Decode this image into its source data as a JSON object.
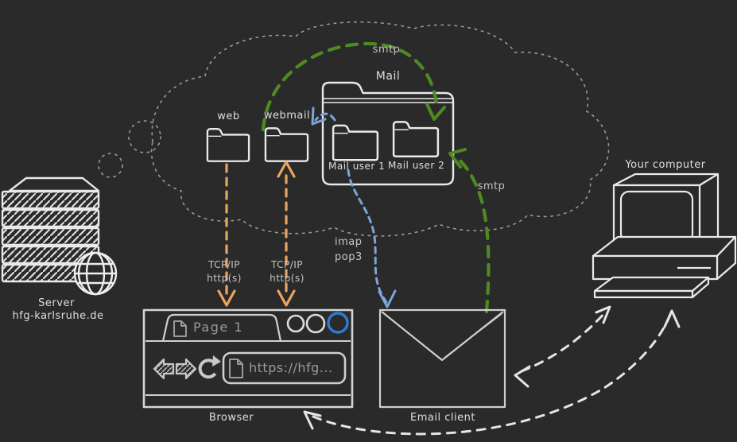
{
  "colors": {
    "background": "#2a2a2a",
    "sketch_white": "#e9e9e9",
    "muted_grey": "#9d9d9d",
    "orange": "#e9a55f",
    "green": "#4e8a24",
    "blue": "#7da4dd",
    "accent_blue": "#2d7bd8"
  },
  "server": {
    "label": "Server",
    "domain": "hfg-karlsruhe.de",
    "icons": [
      "server-rack-icon",
      "globe-icon"
    ]
  },
  "cloud": {
    "folders": {
      "web": {
        "label": "web"
      },
      "webmail": {
        "label": "webmail"
      },
      "mail": {
        "label": "Mail",
        "subfolders": [
          {
            "label": "Mail user 1"
          },
          {
            "label": "Mail user 2"
          }
        ]
      }
    }
  },
  "browser": {
    "caption": "Browser",
    "tab_title": "Page 1",
    "url_placeholder": "https://hfg...",
    "icons": [
      "document-icon",
      "back-icon",
      "forward-icon",
      "refresh-icon"
    ]
  },
  "email_client": {
    "caption": "Email client",
    "icon": "envelope-icon"
  },
  "computer": {
    "caption": "Your computer",
    "icon": "desktop-computer-icon"
  },
  "connections": {
    "web_to_browser": {
      "from": "web",
      "to": "Browser",
      "color": "orange",
      "label_line1": "TCP/IP",
      "label_line2": "http(s)"
    },
    "browser_to_webmail": {
      "from": "Browser",
      "to": "webmail",
      "color": "orange",
      "bidirectional": true,
      "label_line1": "TCP/IP",
      "label_line2": "http(s)"
    },
    "webmail_to_mail": {
      "from": "webmail",
      "to": "Mail user 2",
      "color": "green",
      "label": "smtp"
    },
    "emailclient_to_mail": {
      "from": "Email client",
      "to": "Mail user 2",
      "color": "green",
      "label": "smtp"
    },
    "mail_to_webmail": {
      "from": "Mail",
      "to": "webmail",
      "color": "blue"
    },
    "mail_to_emailclient": {
      "from": "Mail user 1",
      "to": "Email client",
      "color": "blue",
      "label_line1": "imap",
      "label_line2": "pop3"
    },
    "computer_to_emailclient": {
      "from": "Your computer",
      "to": "Email client",
      "color": "white",
      "bidirectional": true
    },
    "computer_to_browser": {
      "from": "Your computer",
      "to": "Browser",
      "color": "white",
      "bidirectional": true
    }
  }
}
